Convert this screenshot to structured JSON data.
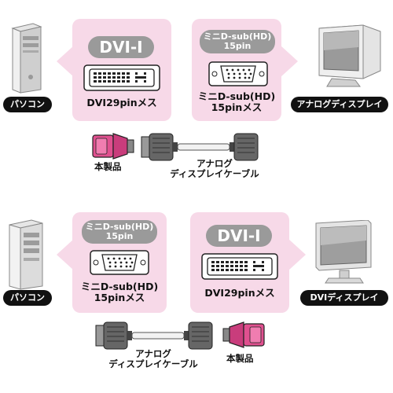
{
  "top": {
    "left_panel": {
      "pill": "DVI-I",
      "label": "DVI29pinメス"
    },
    "right_panel": {
      "pill_line1": "ミニD-sub(HD)",
      "pill_line2": "15pin",
      "label_line1": "ミニD-sub(HD)",
      "label_line2": "15pinメス"
    },
    "left_tag": "パソコン",
    "right_tag": "アナログディスプレイ",
    "product_caption": "本製品",
    "cable_caption_line1": "アナログ",
    "cable_caption_line2": "ディスプレイケーブル"
  },
  "bottom": {
    "left_panel": {
      "pill_line1": "ミニD-sub(HD)",
      "pill_line2": "15pin",
      "label_line1": "ミニD-sub(HD)",
      "label_line2": "15pinメス"
    },
    "right_panel": {
      "pill": "DVI-I",
      "label": "DVI29pinメス"
    },
    "left_tag": "パソコン",
    "right_tag": "DVIディスプレイ",
    "product_caption": "本製品",
    "cable_caption_line1": "アナログ",
    "cable_caption_line2": "ディスプレイケーブル"
  },
  "colors": {
    "panel": "#f7d9e8",
    "pill": "#9a9a9a",
    "tag": "#111111",
    "adapter": "#e0508f"
  }
}
